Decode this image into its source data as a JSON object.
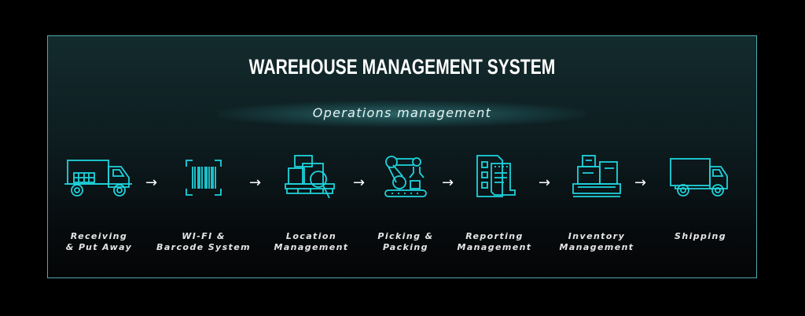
{
  "title": "WAREHOUSE MANAGEMENT SYSTEM",
  "subtitle": "Operations management",
  "accent_color": "#1fd3dd",
  "steps": [
    {
      "icon": "delivery-truck-icon",
      "line1": "Receiving",
      "line2": "& Put Away"
    },
    {
      "icon": "barcode-scan-icon",
      "line1": "WI-FI &",
      "line2": "Barcode System"
    },
    {
      "icon": "location-search-icon",
      "line1": "Location",
      "line2": "Management"
    },
    {
      "icon": "robot-arm-icon",
      "line1": "Picking &",
      "line2": "Packing"
    },
    {
      "icon": "report-document-icon",
      "line1": "Reporting",
      "line2": "Management"
    },
    {
      "icon": "inventory-boxes-icon",
      "line1": "Inventory",
      "line2": "Management"
    },
    {
      "icon": "shipping-truck-icon",
      "line1": "Shipping",
      "line2": ""
    }
  ],
  "arrow": "→"
}
